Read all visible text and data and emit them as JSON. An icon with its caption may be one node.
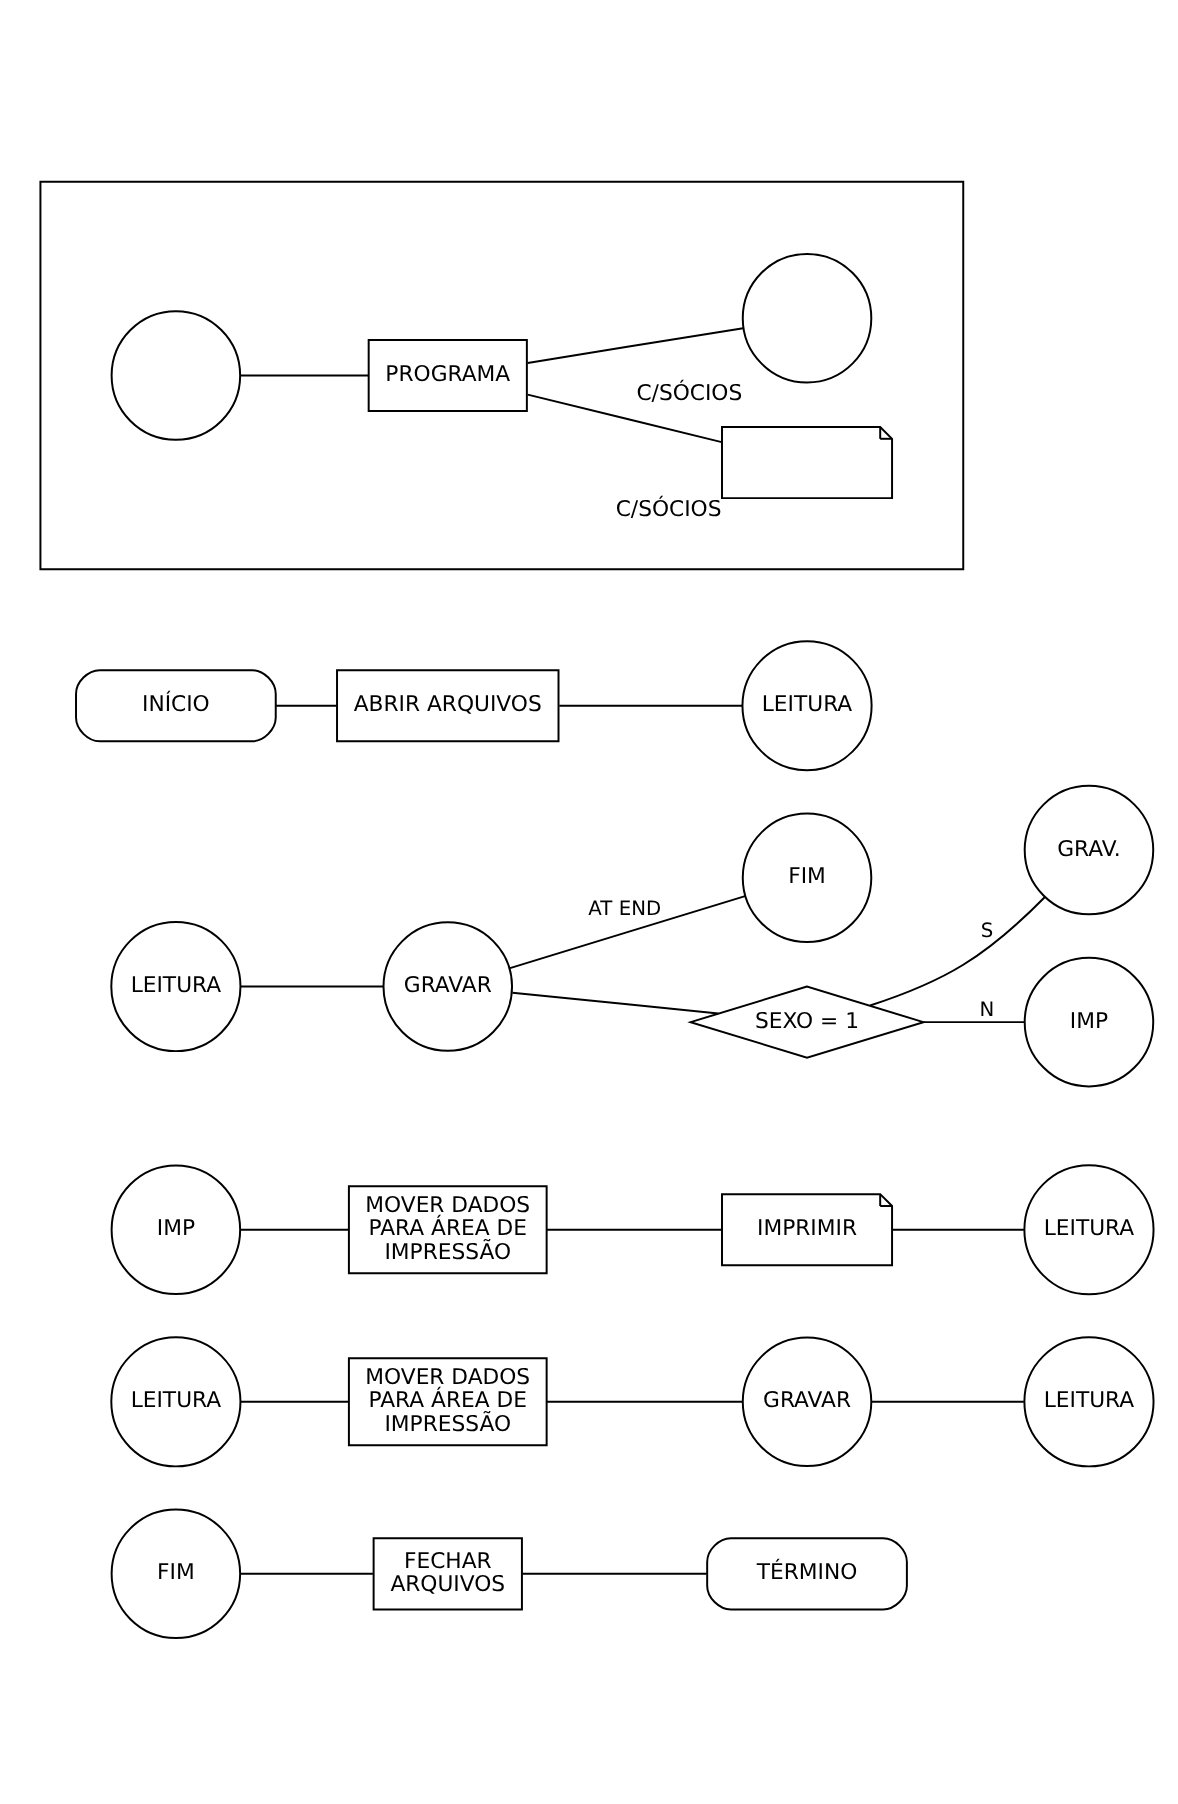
{
  "diagram": {
    "nodes": [
      {
        "text": [],
        "shape": "box"
      },
      {
        "text": [],
        "shape": "circle",
        "in": 0
      },
      {
        "text": [
          "PROGRAMA"
        ],
        "in": 0
      },
      {
        "text": [],
        "shape": "document",
        "in": 0,
        "beside": [
          "C/SÓCIOS"
        ]
      },
      {
        "text": [],
        "shape": "circle",
        "in": 0,
        "beside": [
          "C/SÓCIOS"
        ]
      },
      {
        "text": [
          "INÍCIO"
        ]
      },
      {
        "text": [
          "ABRIR ARQUIVOS"
        ]
      },
      {
        "text": [
          "LEITURA"
        ]
      },
      {
        "text": [
          "LEITURA"
        ]
      },
      {
        "text": [
          "GRAVAR"
        ]
      },
      {
        "text": [
          "SEXO = 1"
        ]
      },
      {
        "text": [
          "IMP"
        ]
      },
      {
        "text": [
          "FIM"
        ]
      },
      {
        "text": [
          "GRAV."
        ]
      },
      {
        "text": [
          "IMP"
        ]
      },
      {
        "text": [
          "MOVER DADOS PARA ÁREA DE IMPRESSÃO"
        ]
      },
      {
        "text": [
          "IMPRIMIR"
        ]
      },
      {
        "text": [
          "LEITURA"
        ]
      },
      {
        "text": [
          "LEITURA"
        ]
      },
      {
        "text": [
          "MOVER DADOS PARA ÁREA DE IMPRESSÃO"
        ]
      },
      {
        "text": [
          "GRAVAR"
        ]
      },
      {
        "text": [
          "LEITURA"
        ]
      },
      {
        "text": [
          "FIM"
        ]
      },
      {
        "text": [
          "FECHAR ARQUIVOS"
        ]
      },
      {
        "text": [
          "TÉRMINO"
        ]
      }
    ],
    "edges": [
      {
        "from": 1,
        "to": 2,
        "arrow": "none"
      },
      {
        "from": 2,
        "to": 3,
        "arrow": "none"
      },
      {
        "from": 2,
        "to": 4,
        "arrow": "none"
      },
      {
        "from": 5,
        "to": 6,
        "arrow": "none"
      },
      {
        "from": 6,
        "to": 7,
        "arrow": "none"
      },
      {
        "from": 8,
        "to": 9,
        "arrow": "none"
      },
      {
        "from": 9,
        "to": 10,
        "arrow": "none"
      },
      {
        "from": 10,
        "to": 11,
        "arrow": "none",
        "label": "N"
      },
      {
        "from": 9,
        "to": 12,
        "arrow": "none",
        "label": "AT END"
      },
      {
        "from": 10,
        "to": 13,
        "arrow": "none",
        "label": "S"
      },
      {
        "from": 14,
        "to": 15,
        "arrow": "none"
      },
      {
        "from": 15,
        "to": 16,
        "arrow": "none"
      },
      {
        "from": 16,
        "to": 17,
        "arrow": "none"
      },
      {
        "from": 18,
        "to": 19,
        "arrow": "none"
      },
      {
        "from": 19,
        "to": 20,
        "arrow": "none"
      },
      {
        "from": 20,
        "to": 21,
        "arrow": "none"
      },
      {
        "from": 22,
        "to": 23,
        "arrow": "none"
      },
      {
        "from": 23,
        "to": 24,
        "arrow": "none"
      }
    ]
  }
}
